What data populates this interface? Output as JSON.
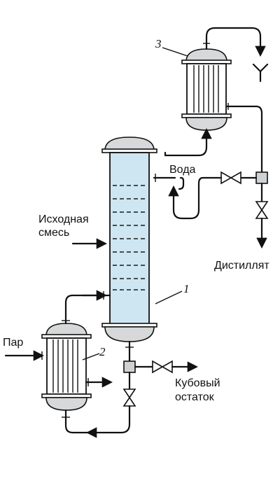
{
  "labels": {
    "feed": [
      "Исходная",
      "смесь"
    ],
    "water": "Вода",
    "distillate": "Дистиллят",
    "steam": "Пар",
    "bottoms": [
      "Кубовый",
      "остаток"
    ]
  },
  "numbers": {
    "column": "1",
    "reboiler": "2",
    "condenser": "3"
  },
  "colors": {
    "column_fill": "#cde6f2",
    "dome_fill": "#d6d8da",
    "line": "#111111"
  }
}
